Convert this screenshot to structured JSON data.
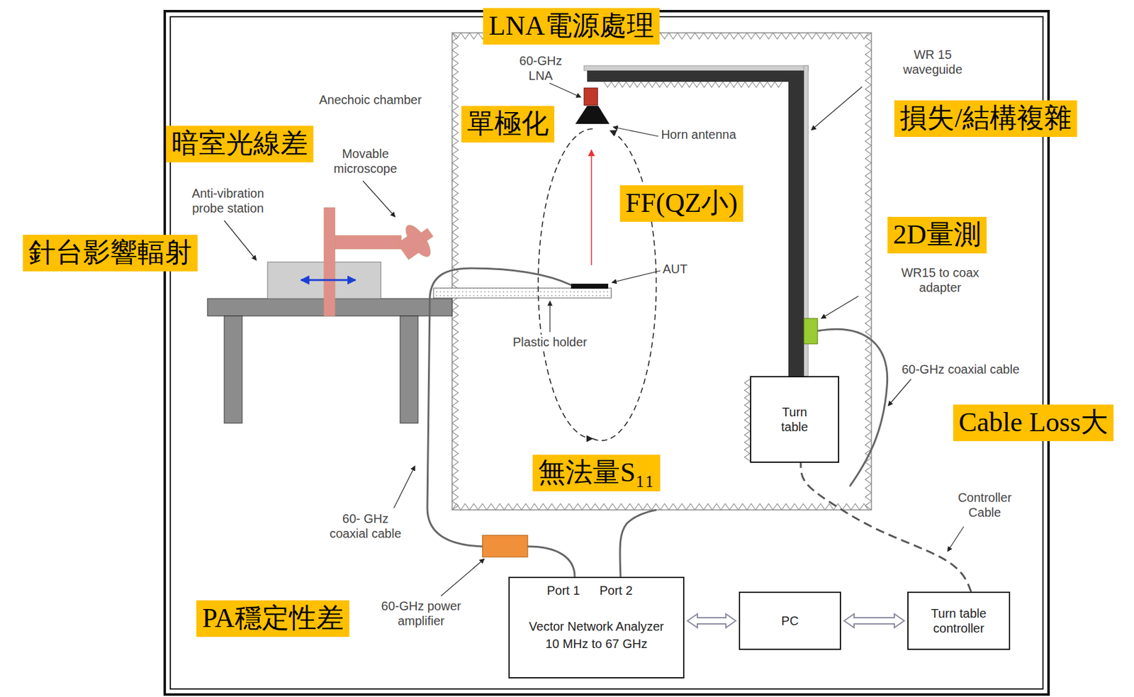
{
  "diagram": {
    "nodes": [
      {
        "text": [
          "LNA電源處理"
        ]
      },
      {
        "text": [
          "單極化"
        ]
      },
      {
        "text": [
          "暗室光線差"
        ]
      },
      {
        "text": [
          "損失/結構複雜"
        ]
      },
      {
        "text": [
          "FF(QZ小)"
        ]
      },
      {
        "text": [
          "2D量測"
        ]
      },
      {
        "text": [
          "針台影響輻射"
        ]
      },
      {
        "text": [
          "Turn table"
        ]
      },
      {
        "text": [
          "Cable Loss大"
        ]
      },
      {
        "text": [
          "無法量S₁₁"
        ]
      },
      {
        "text": [
          "PA穩定性差"
        ]
      },
      {
        "text": [
          "Port 1",
          "Port 2",
          "Vector Network Analyzer",
          "10 MHz to 67 GHz"
        ]
      },
      {
        "text": [
          "PC"
        ]
      },
      {
        "text": [
          "Turn table controller"
        ]
      }
    ],
    "edges": [
      {
        "from": 11,
        "to": 12,
        "arrow": "both"
      },
      {
        "from": 12,
        "to": 13,
        "arrow": "both"
      },
      {
        "from": 13,
        "to": 7,
        "arrow": "none"
      }
    ],
    "labels": [
      "Anechoic chamber",
      "60-GHz LNA",
      "Horn antenna",
      "WR 15 waveguide",
      "Movable microscope",
      "Anti-vibration probe station",
      "AUT",
      "Plastic holder",
      "WR15 to coax adapter",
      "60-GHz coaxial cable",
      "60- GHz coaxial cable",
      "Controller Cable",
      "60-GHz power amplifier"
    ]
  }
}
